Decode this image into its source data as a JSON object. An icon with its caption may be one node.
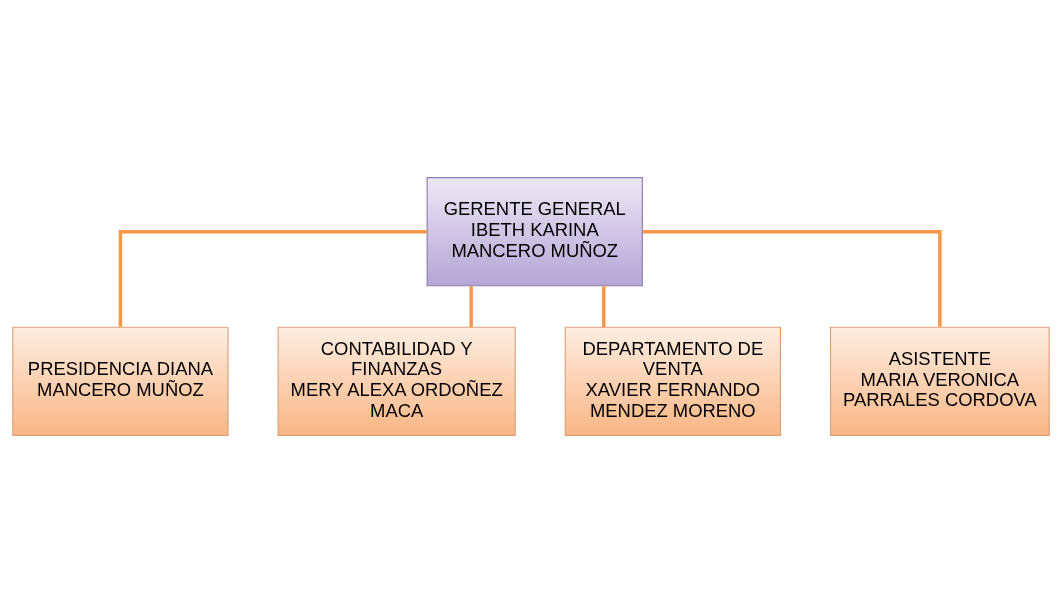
{
  "diagram": {
    "nodes": [
      {
        "text": [
          "GERENTE GENERAL",
          "IBETH KARINA MANCERO MUÑOZ"
        ]
      },
      {
        "text": [
          "PRESIDENCIA DIANA MANCERO MUÑOZ"
        ]
      },
      {
        "text": [
          "CONTABILIDAD Y FINANZAS",
          "MERY ALEXA ORDOÑEZ MACA"
        ]
      },
      {
        "text": [
          "DEPARTAMENTO DE VENTA",
          "XAVIER FERNANDO MENDEZ MORENO"
        ]
      },
      {
        "text": [
          "ASISTENTE",
          "MARIA VERONICA PARRALES CORDOVA"
        ]
      }
    ],
    "edges": [
      {
        "from": 0,
        "to": 1,
        "arrow": "none"
      },
      {
        "from": 0,
        "to": 2,
        "arrow": "none"
      },
      {
        "from": 0,
        "to": 3,
        "arrow": "none"
      },
      {
        "from": 0,
        "to": 4,
        "arrow": "none"
      }
    ]
  }
}
